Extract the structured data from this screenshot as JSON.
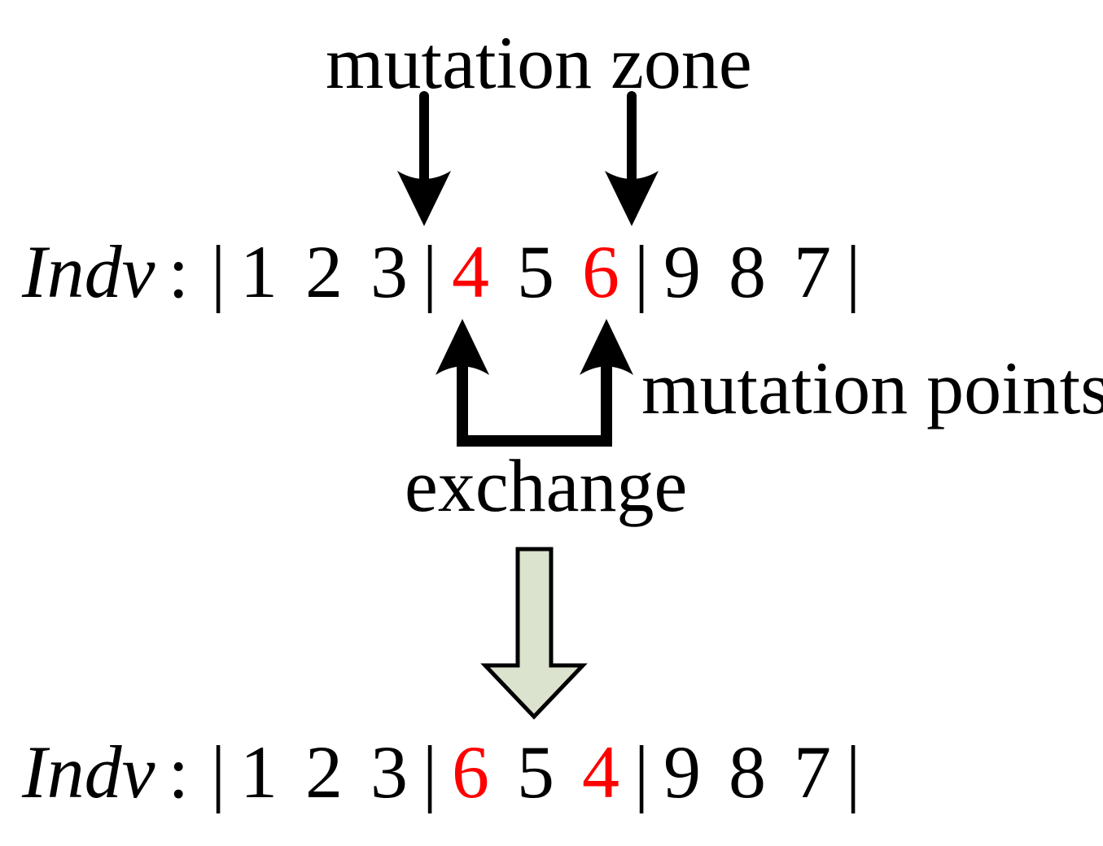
{
  "diagram": {
    "top_label": "mutation zone",
    "points_label": "mutation points",
    "exchange_label": "exchange",
    "rows": [
      {
        "name": "Indv",
        "colon": ":",
        "bar": "|",
        "groups": [
          [
            {
              "v": "1"
            },
            {
              "v": "2"
            },
            {
              "v": "3"
            }
          ],
          [
            {
              "v": "4",
              "red": true
            },
            {
              "v": "5"
            },
            {
              "v": "6",
              "red": true
            }
          ],
          [
            {
              "v": "9"
            },
            {
              "v": "8"
            },
            {
              "v": "7"
            }
          ]
        ]
      },
      {
        "name": "Indv",
        "colon": ":",
        "bar": "|",
        "groups": [
          [
            {
              "v": "1"
            },
            {
              "v": "2"
            },
            {
              "v": "3"
            }
          ],
          [
            {
              "v": "6",
              "red": true
            },
            {
              "v": "5"
            },
            {
              "v": "4",
              "red": true
            }
          ],
          [
            {
              "v": "9"
            },
            {
              "v": "8"
            },
            {
              "v": "7"
            }
          ]
        ]
      }
    ],
    "colors": {
      "highlight": "#ff0000",
      "ink": "#000000",
      "arrow_fill": "#dbe2cd",
      "background": "#ffffff"
    }
  }
}
